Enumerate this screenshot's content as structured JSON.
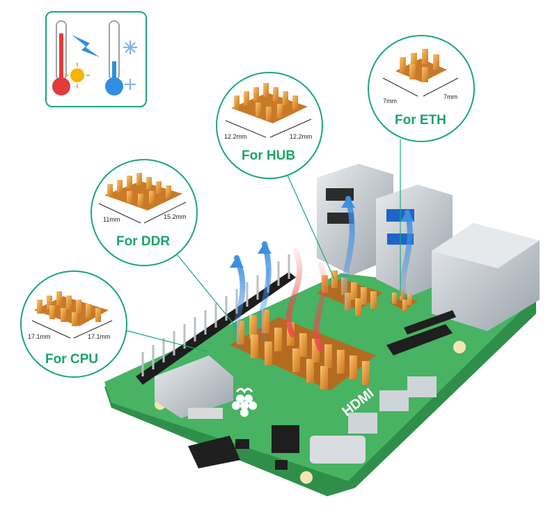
{
  "callouts": {
    "cpu": {
      "label": "For CPU",
      "dim_left": "17.1mm",
      "dim_right": "17.1mm"
    },
    "ddr": {
      "label": "For DDR",
      "dim_left": "11mm",
      "dim_right": "15.2mm"
    },
    "hub": {
      "label": "For HUB",
      "dim_left": "12.2mm",
      "dim_right": "12.2mm"
    },
    "eth": {
      "label": "For ETH",
      "dim_left": "7mm",
      "dim_right": "7mm"
    }
  },
  "board": {
    "hdmi_label": "HDMI"
  },
  "colors": {
    "accent": "#1aa36a",
    "board": "#3aa85a",
    "copper": "#e3a04a",
    "arrow_hot": "#e24a4a",
    "arrow_cold": "#3d8fe0"
  },
  "icons": [
    "thermometer-hot-icon",
    "thermometer-cold-icon",
    "lightning-icon",
    "sun-icon",
    "snowflake-icon"
  ]
}
